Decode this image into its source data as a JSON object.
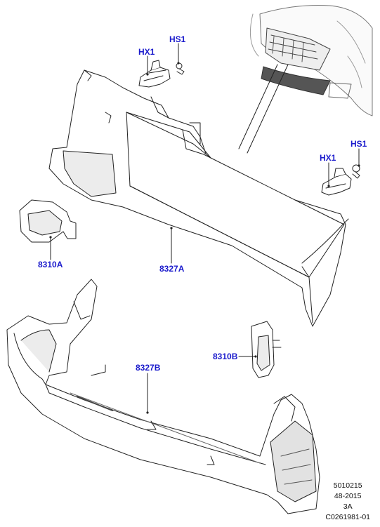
{
  "labels": {
    "hx1_top": "HX1",
    "hs1_top": "HS1",
    "hx1_right": "HX1",
    "hs1_right": "HS1",
    "p8310a": "8310A",
    "p8327a": "8327A",
    "p8327b": "8327B",
    "p8310b": "8310B"
  },
  "footer": {
    "line1": "5010215",
    "line2": "48-2015",
    "line3": "3A",
    "line4": "C0261981-01"
  },
  "colors": {
    "label": "#1a1acc",
    "line": "#222222",
    "shade": "#d8d8d8",
    "dark_shade": "#555555"
  }
}
